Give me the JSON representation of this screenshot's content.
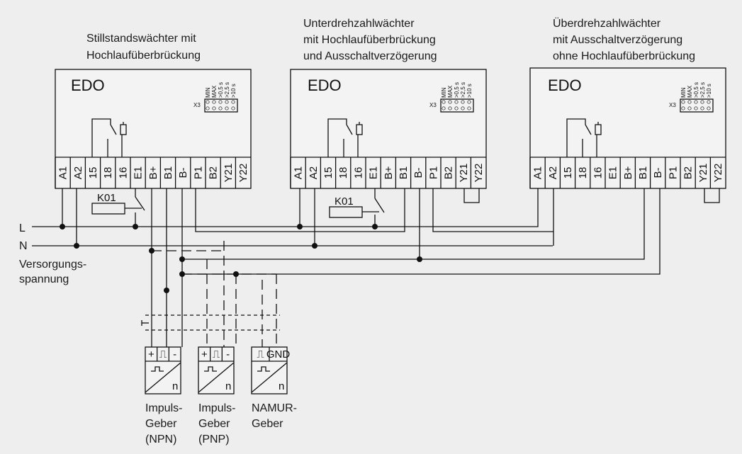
{
  "modules": [
    {
      "title_lines": [
        "Stillstandswächter mit",
        "Hochlaufüberbrückung"
      ],
      "brand": "EDO",
      "terminals": [
        "A1",
        "A2",
        "15",
        "18",
        "16",
        "E1",
        "B+",
        "B1",
        "B-",
        "P1",
        "B2",
        "Y21",
        "Y22"
      ],
      "relay_label": "K01"
    },
    {
      "title_lines": [
        "Unterdrehzahlwächter",
        "mit Hochlaufüberbrückung",
        "und Ausschaltverzögerung"
      ],
      "brand": "EDO",
      "terminals": [
        "A1",
        "A2",
        "15",
        "18",
        "16",
        "E1",
        "B+",
        "B1",
        "B-",
        "P1",
        "B2",
        "Y21",
        "Y22"
      ],
      "relay_label": "K01"
    },
    {
      "title_lines": [
        "Überdrehzahlwächter",
        "mit Ausschaltverzögerung",
        "ohne Hochlaufüberbrückung"
      ],
      "brand": "EDO",
      "terminals": [
        "A1",
        "A2",
        "15",
        "18",
        "16",
        "E1",
        "B+",
        "B1",
        "B-",
        "P1",
        "B2",
        "Y21",
        "Y22"
      ]
    }
  ],
  "dip_labels": [
    "MIN",
    "MAX",
    ">0,5 s",
    ">2,5 s",
    ">10 s"
  ],
  "dip_prefix": "X3",
  "lines": {
    "L": "L",
    "N": "N"
  },
  "supply_lines": [
    "Versorgungs-",
    "spannung"
  ],
  "sensors": [
    {
      "symbols": [
        "+",
        "⎍",
        "-"
      ],
      "n": "n",
      "caption_lines": [
        "Impuls-",
        "Geber",
        "(NPN)"
      ]
    },
    {
      "symbols": [
        "+",
        "⎍",
        "-"
      ],
      "n": "n",
      "caption_lines": [
        "Impuls-",
        "Geber",
        "(PNP)"
      ]
    },
    {
      "symbols": [
        "⎍",
        "GND"
      ],
      "n": "n",
      "caption_lines": [
        "NAMUR-",
        "Geber"
      ]
    }
  ]
}
